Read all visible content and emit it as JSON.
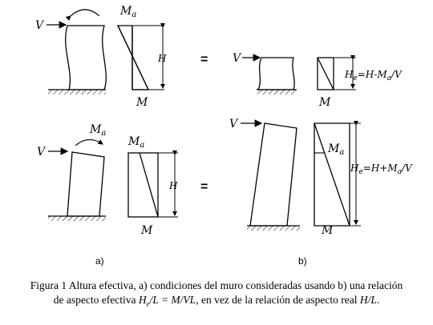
{
  "labels": {
    "V": "V",
    "M": "M",
    "H": "H",
    "Ma_base": "M",
    "Ma_sub": "a",
    "equals": "=",
    "He_base": "H",
    "He_sub": "e",
    "He_minus_rest": "=H-M",
    "He_minus_end": "/V",
    "He_plus_rest": "=H+M",
    "He_plus_end": "/V",
    "sub_a": "a",
    "panel_a": "a)",
    "panel_b": "b)"
  },
  "caption": {
    "line1": "Figura 1 Altura efectiva, a) condiciones del muro consideradas usando b) una relación",
    "line2_start": "de aspecto efectiva ",
    "line2_expr1_He": "H",
    "line2_expr1_e": "e",
    "line2_expr1_rest": "/L = M/VL",
    "line2_mid": ", en vez de la relación de aspecto real ",
    "line2_expr2": "H/L",
    "line2_end": "."
  }
}
